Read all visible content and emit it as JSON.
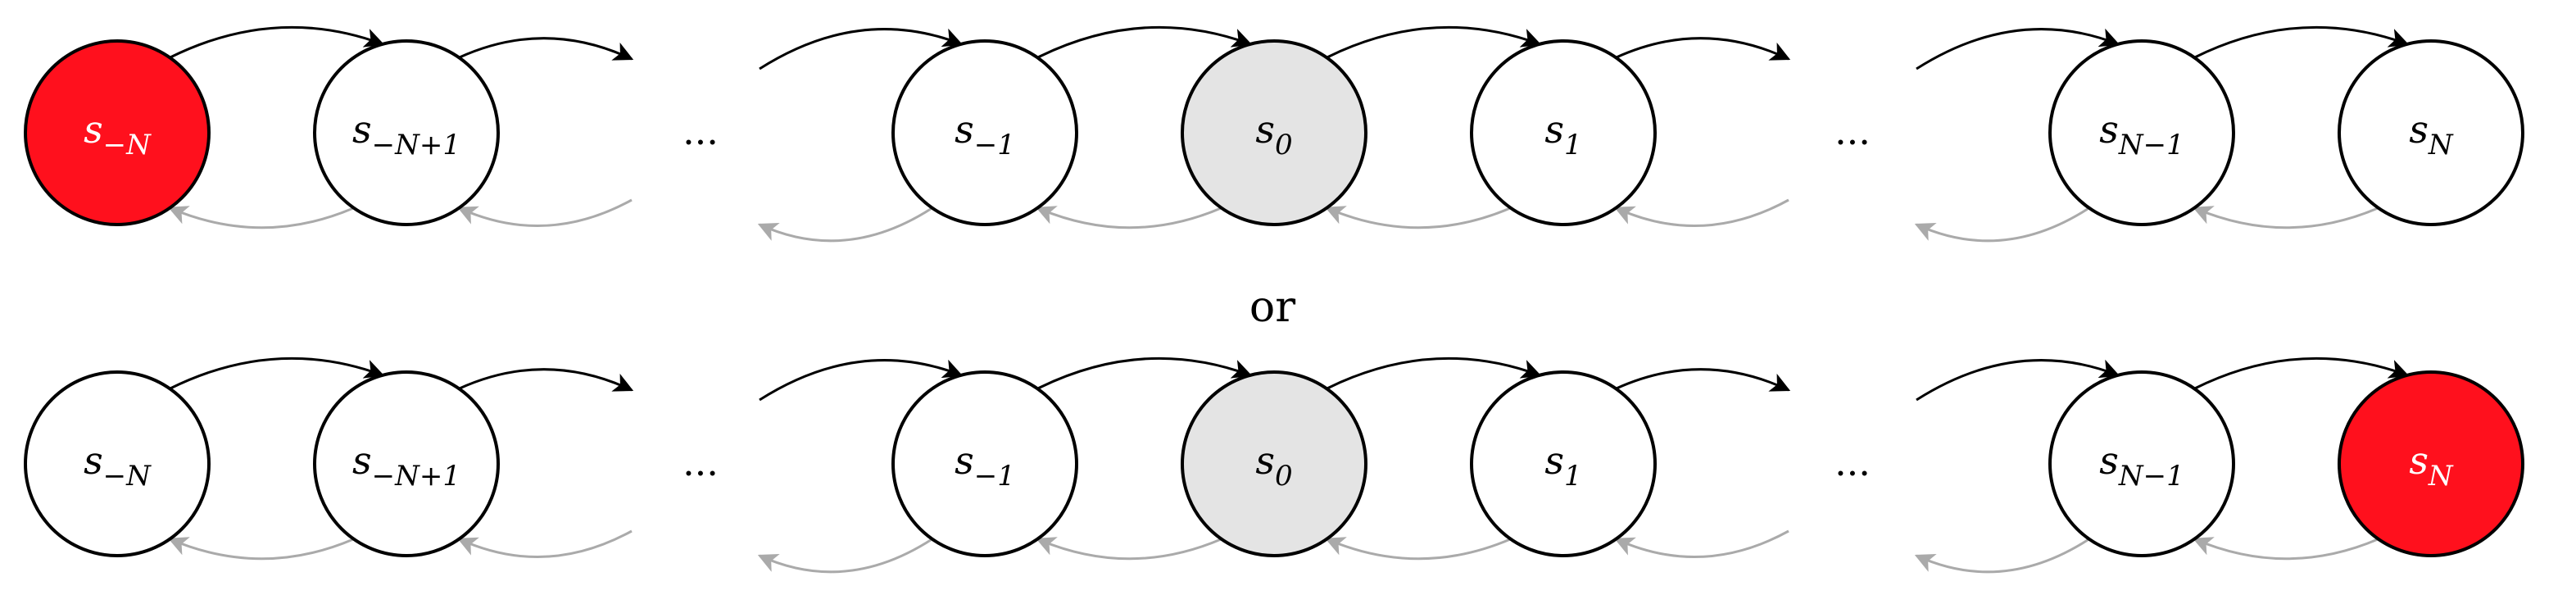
{
  "diagram": {
    "separator": "or",
    "ellipsis": "...",
    "colors": {
      "absorbing": "#ff101d",
      "start": "#e4e4e4",
      "default": "#ffffff",
      "border": "#000000",
      "forward_arrow": "#000000",
      "backward_arrow": "#aaaaaa"
    },
    "rows": [
      {
        "states": [
          {
            "base": "s",
            "sub": "−N",
            "fill": "absorbing"
          },
          {
            "base": "s",
            "sub": "−N+1",
            "fill": "default"
          },
          {
            "base": "s",
            "sub": "−1",
            "fill": "default"
          },
          {
            "base": "s",
            "sub": "0",
            "fill": "start"
          },
          {
            "base": "s",
            "sub": "1",
            "fill": "default"
          },
          {
            "base": "s",
            "sub": "N−1",
            "fill": "default"
          },
          {
            "base": "s",
            "sub": "N",
            "fill": "default"
          }
        ]
      },
      {
        "states": [
          {
            "base": "s",
            "sub": "−N",
            "fill": "default"
          },
          {
            "base": "s",
            "sub": "−N+1",
            "fill": "default"
          },
          {
            "base": "s",
            "sub": "−1",
            "fill": "default"
          },
          {
            "base": "s",
            "sub": "0",
            "fill": "start"
          },
          {
            "base": "s",
            "sub": "1",
            "fill": "default"
          },
          {
            "base": "s",
            "sub": "N−1",
            "fill": "default"
          },
          {
            "base": "s",
            "sub": "N",
            "fill": "absorbing"
          }
        ]
      }
    ]
  }
}
